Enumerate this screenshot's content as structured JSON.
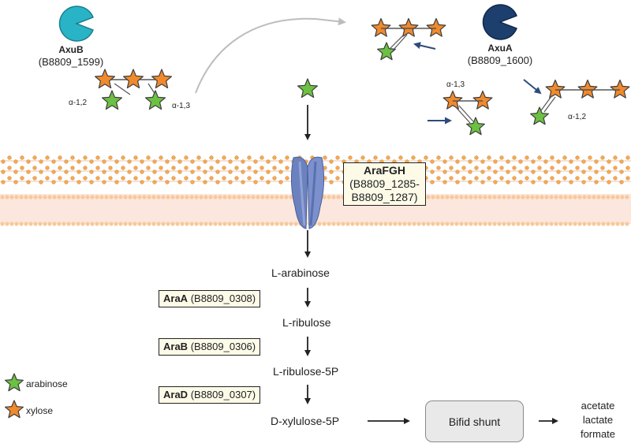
{
  "enzymes_extracellular": {
    "axub": {
      "name": "AxuB",
      "locus": "(B8809_1599)",
      "color": "#29b3c6"
    },
    "axua": {
      "name": "AxuA",
      "locus": "(B8809_1600)",
      "color": "#1d3f6e"
    }
  },
  "linkages": {
    "a12_left": "α-1,2",
    "a13_left": "α-1,3",
    "a13_right": "α-1,3",
    "a12_right": "α-1,2"
  },
  "transporter": {
    "name": "AraFGH",
    "locus_line1": "(B8809_1285-",
    "locus_line2": "B8809_1287)"
  },
  "pathway": {
    "metabolites": [
      "L-arabinose",
      "L-ribulose",
      "L-ribulose-5P",
      "D-xylulose-5P"
    ],
    "enzymes": [
      {
        "name": "AraA",
        "locus": "(B8809_0308)"
      },
      {
        "name": "AraB",
        "locus": "(B8809_0306)"
      },
      {
        "name": "AraD",
        "locus": "(B8809_0307)"
      }
    ],
    "shunt": "Bifid shunt",
    "products": [
      "acetate",
      "lactate",
      "formate"
    ]
  },
  "legend": {
    "arabinose": {
      "label": "arabinose",
      "color": "#6cc042"
    },
    "xylose": {
      "label": "xylose",
      "color": "#f08a2c"
    }
  },
  "colors": {
    "membrane_head": "#f5a94f",
    "membrane_band": "#fbe7de",
    "transporter": "#6c82bf",
    "arrow": "#222222",
    "axua_arrow": "#2e4b7a"
  }
}
